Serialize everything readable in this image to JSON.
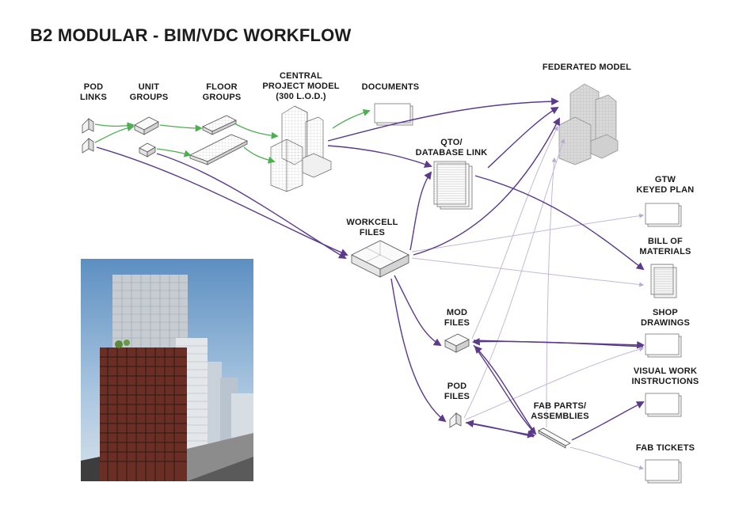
{
  "title": "B2 MODULAR - BIM/VDC WORKFLOW",
  "nodes": {
    "pod_links": [
      "POD",
      "LINKS"
    ],
    "unit_groups": [
      "UNIT",
      "GROUPS"
    ],
    "floor_groups": [
      "FLOOR",
      "GROUPS"
    ],
    "central_model": [
      "CENTRAL",
      "PROJECT MODEL",
      "(300 L.O.D.)"
    ],
    "documents": [
      "DOCUMENTS"
    ],
    "federated_model": [
      "FEDERATED MODEL"
    ],
    "qto": [
      "QTO/",
      "DATABASE LINK"
    ],
    "workcell": [
      "WORKCELL",
      "FILES"
    ],
    "mod_files": [
      "MOD",
      "FILES"
    ],
    "pod_files": [
      "POD",
      "FILES"
    ],
    "fab_parts": [
      "FAB PARTS/",
      "ASSEMBLIES"
    ],
    "gtw": [
      "GTW",
      "KEYED PLAN"
    ],
    "bom": [
      "BILL OF",
      "MATERIALS"
    ],
    "shop": [
      "SHOP",
      "DRAWINGS"
    ],
    "visual": [
      "VISUAL WORK",
      "INSTRUCTIONS"
    ],
    "fab_tickets": [
      "FAB TICKETS"
    ]
  },
  "colors": {
    "purple": "#5b3a8c",
    "light_purple": "#c4b8d8",
    "green": "#4caf50",
    "sky": "#7ea6cf",
    "brick": "#6b2e25"
  },
  "photo": {
    "subject": "building-rendering"
  }
}
